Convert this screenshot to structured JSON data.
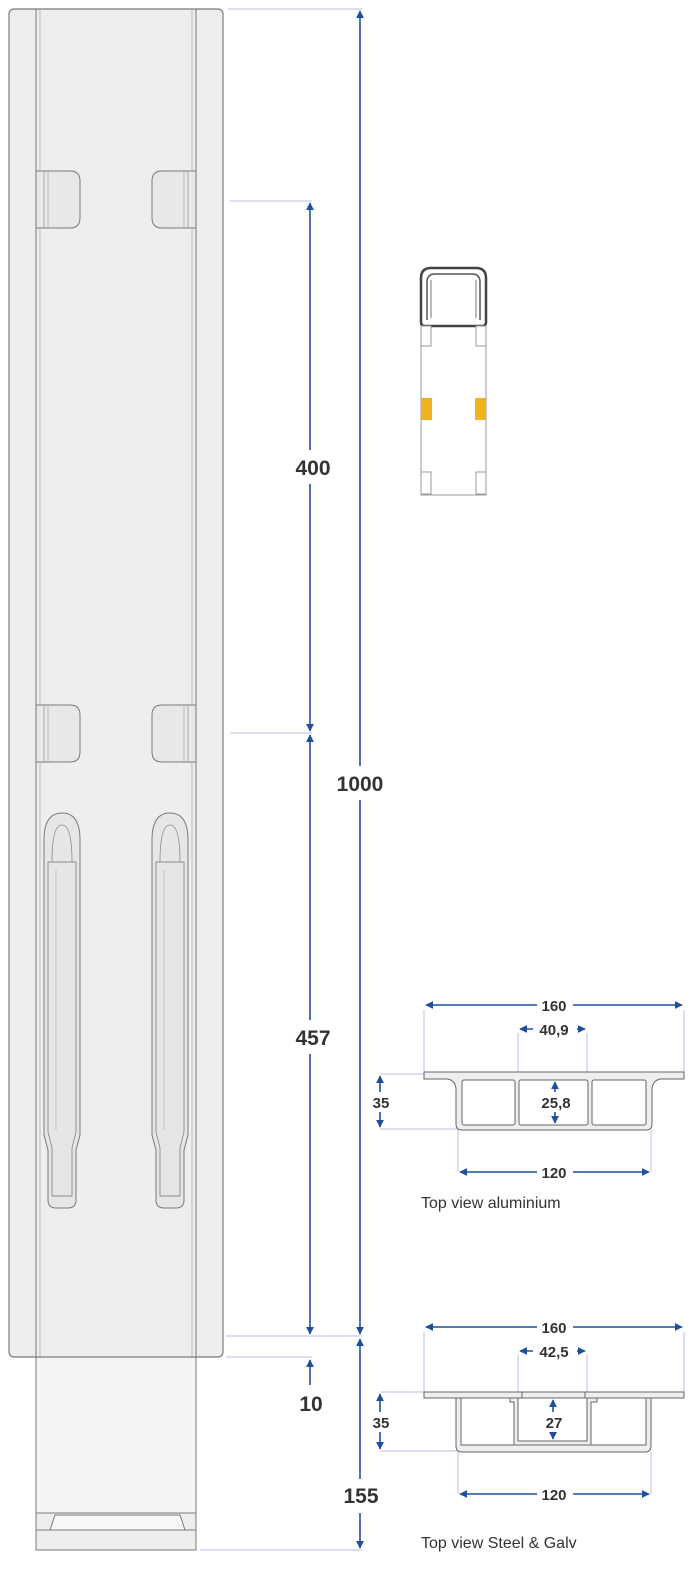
{
  "colors": {
    "arrow": "#1f4f9c",
    "extension_line": "#b9bde6",
    "panel_fill": "#eeeeee",
    "panel_stroke": "#7a7a7a",
    "light_marker": "#f2b21b",
    "text": "#333333"
  },
  "side_view": {
    "dimensions": {
      "total": "1000",
      "upper_span": "400",
      "lower_span": "457",
      "gap": "10",
      "extension": "155"
    }
  },
  "vehicle_icon": {
    "name": "top-view-van-icon"
  },
  "profile_aluminium": {
    "caption": "Top view aluminium",
    "width_top": "160",
    "width_inner": "40,9",
    "inner_height": "25,8",
    "height": "35",
    "width_bottom": "120"
  },
  "profile_steel": {
    "caption": "Top view Steel & Galv",
    "width_top": "160",
    "width_inner": "42,5",
    "inner_height": "27",
    "height": "35",
    "width_bottom": "120"
  }
}
